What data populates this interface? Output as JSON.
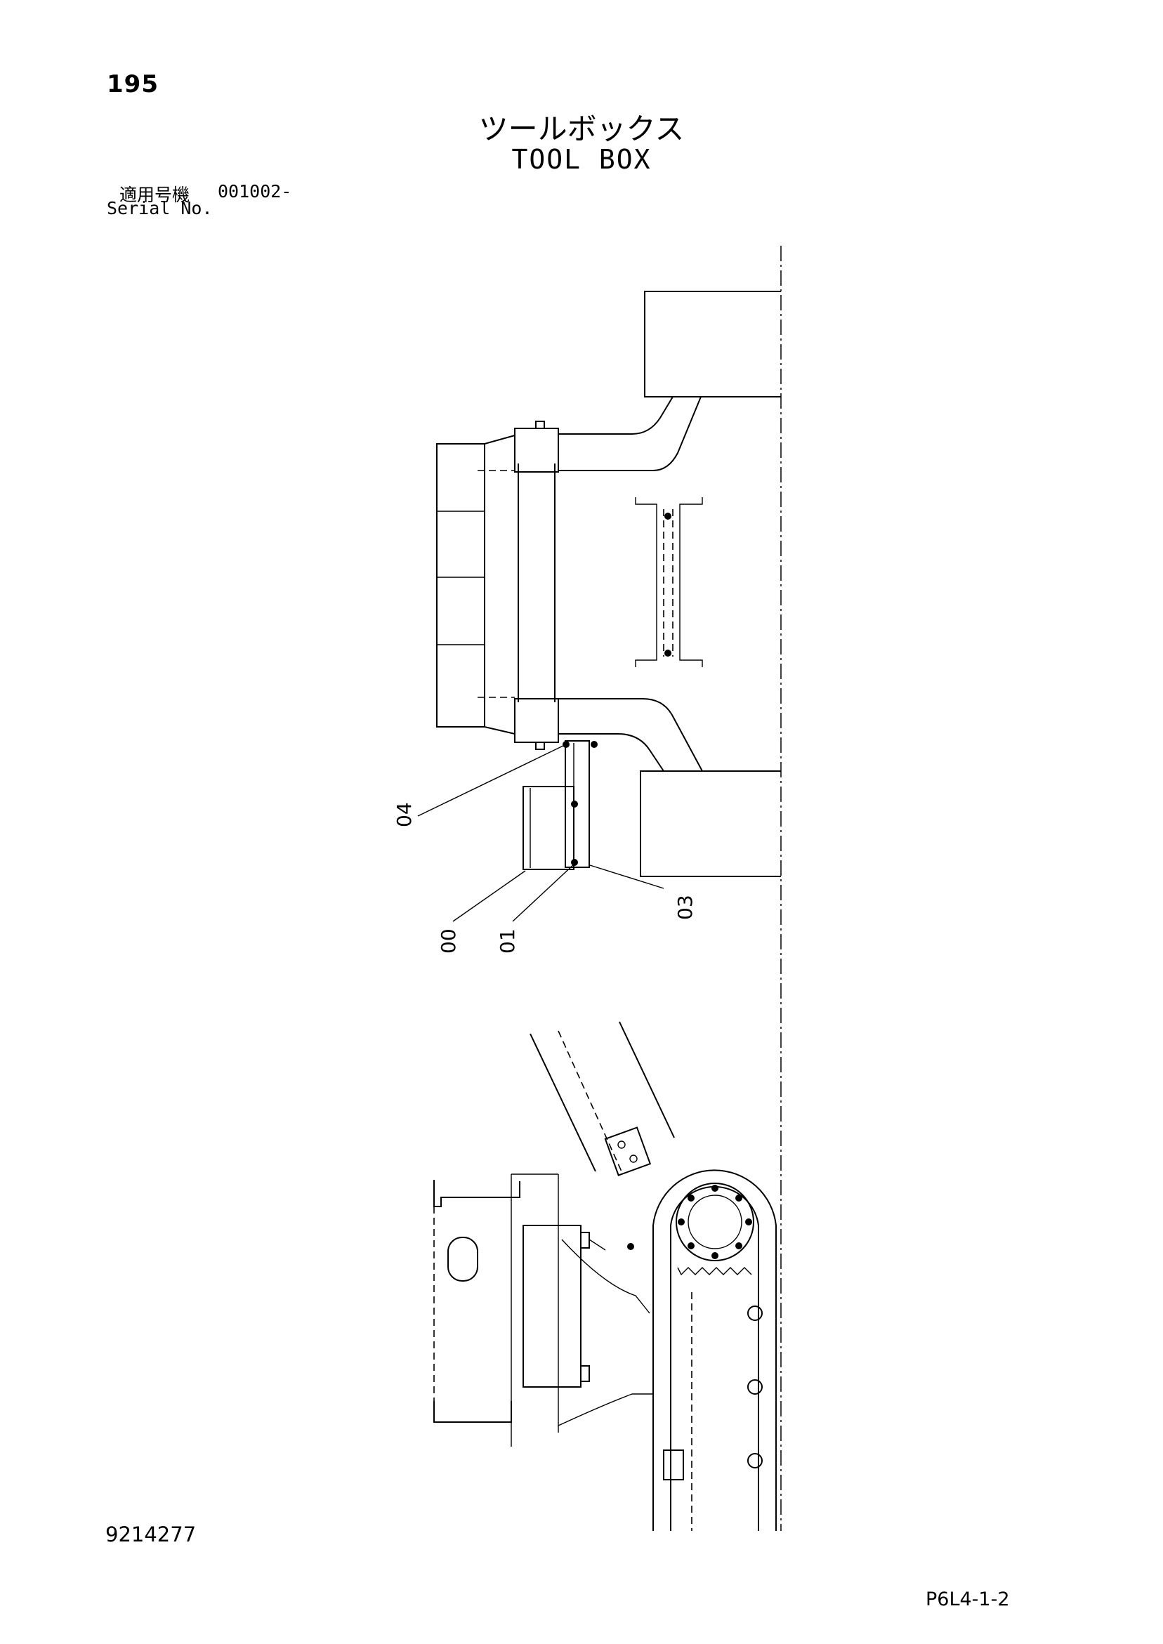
{
  "header": {
    "page_number": "195",
    "title_jp": "ツールボックス",
    "title_en": "TOOL BOX",
    "serial_label_jp": "適用号機",
    "serial_range": "001002-",
    "serial_label_en": "Serial No."
  },
  "callouts": [
    "04",
    "00",
    "01",
    "03"
  ],
  "footer": {
    "document_number": "9214277",
    "page_code": "P6L4-1-2"
  }
}
